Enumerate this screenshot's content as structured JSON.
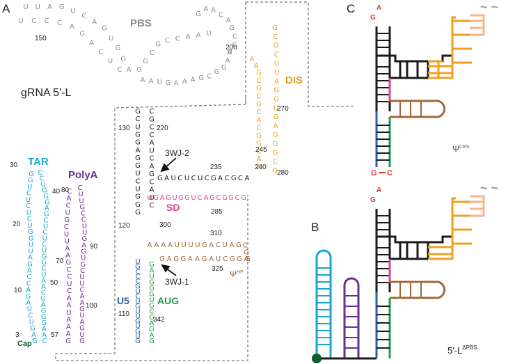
{
  "colors": {
    "gray": "#8c8c8c",
    "black": "#1a1a1a",
    "cyan": "#1aa6c9",
    "purple": "#6b2e8f",
    "orange": "#f0a020",
    "pink": "#e0409a",
    "brown": "#a0683a",
    "green": "#1a9e4a",
    "blue": "#2b5fa8",
    "red": "#e03030",
    "peach": "#f6b48a",
    "darkgreen": "#0f5c2c"
  },
  "panels": {
    "a": "A",
    "b": "B",
    "c": "C"
  },
  "labels": {
    "pbs": "PBS",
    "gRNA": "gRNA 5'-L",
    "dis": "DIS",
    "tar": "TAR",
    "polyA": "PolyA",
    "sd": "SD",
    "u5": "U5",
    "aug": "AUG",
    "cap": "Cap",
    "wj2": "3WJ-2",
    "wj1": "3WJ-1",
    "psiHP": "Ψ",
    "psiHPsup": "HP",
    "psiCES": "Ψ",
    "psiCESsup": "CES",
    "delPBS": "5'-L",
    "delPBSsup": "ΔPBS",
    "loopG": "G",
    "loopA": "A",
    "pairG": "G",
    "pairC": "C",
    "tilde": "~ ~"
  },
  "numbers": {
    "n150": "150",
    "n200": "200",
    "n270": "270",
    "n280": "280",
    "n245": "245",
    "n240": "240",
    "n235": "235",
    "n285": "285",
    "n310": "310",
    "n325": "325",
    "n342": "342",
    "n300": "300",
    "n220": "220",
    "n130": "130",
    "n120": "120",
    "n110": "110",
    "n100": "100",
    "n90": "90",
    "n80": "80",
    "n70": "70",
    "n57": "57",
    "n50": "50",
    "n40": "40",
    "n30": "30",
    "n20": "20",
    "n10": "10",
    "n3": "3"
  },
  "sequences": {
    "pbsTopLeft": "UUAGUCAGUGGA",
    "pbsLeftLower": "UCCCAGACUC",
    "pbsMid": "GGCGCCAAU",
    "pbsRight": "GAACAGCCU",
    "pbsLoop": "AAUGAAAGCGGAA",
    "mainStemLeft": "GCUGGAGGUCUGGG",
    "mainStemRight": "CGCCAUCAGCAUC",
    "sd": "UGAGUGGUCAGCGGCG",
    "sdTop": "GAUCUCUCGACGCA",
    "hpTop": "AAAAUUUUGACUAGCGG",
    "hpBottom": "GAGGAAGAUCGGA",
    "u5": "UGCCCGUCUGUUGUGUG",
    "aug": "GAUGGGUGCGAGAG",
    "disLeft": "AAGCGCGCACGGCAA",
    "disRight": "GCGCGUAGGUGAGGGCG",
    "tarLeft": "GGUCUCUCUGGUUAGACCAGAUCUGAG",
    "tarRight": "CCUGGGAGCUCUCUGGCUAACUAGGGAAC",
    "polyALeft": "CACUGCUUAAGCCUCAAUAAAG",
    "polyARight": "CUUGCCUUGAGUGCUUCAAGUAGUG"
  }
}
